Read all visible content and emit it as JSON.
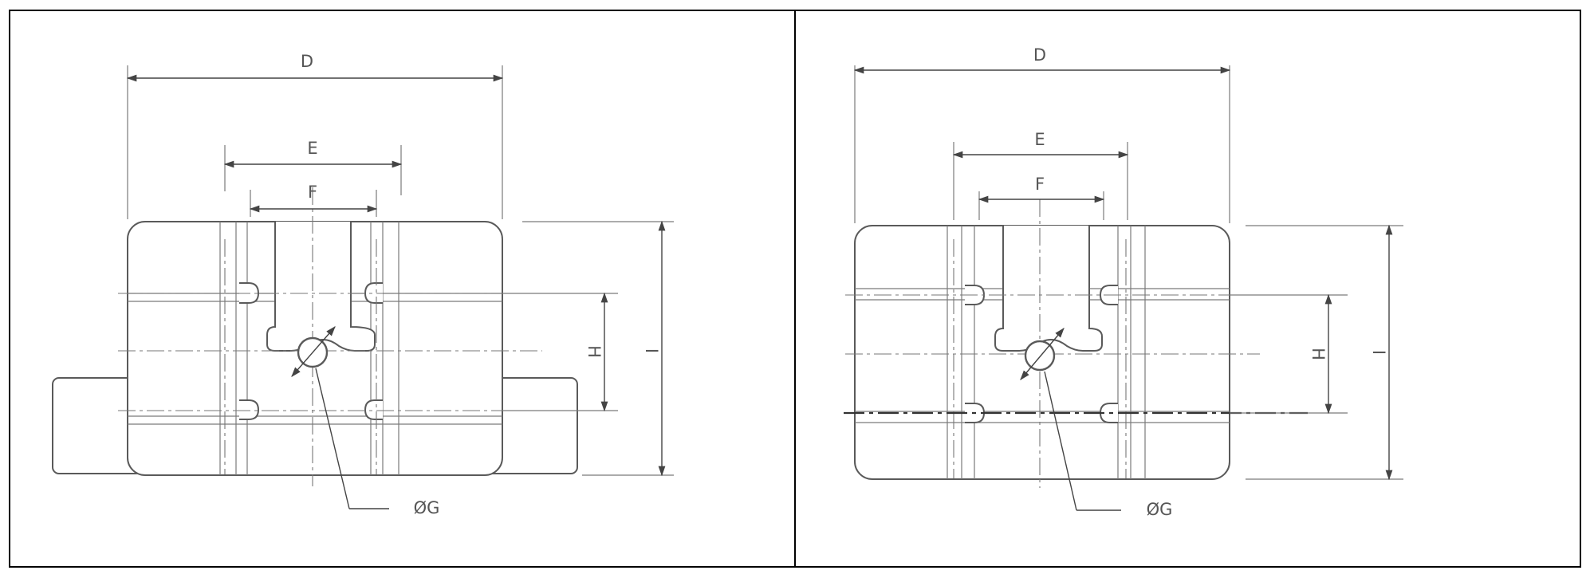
{
  "left_view": {
    "labels": {
      "d": "D",
      "e": "E",
      "f": "F",
      "h": "H",
      "i": "I",
      "g": "ØG"
    }
  },
  "right_view": {
    "labels": {
      "d": "D",
      "e": "E",
      "f": "F",
      "h": "H",
      "i": "I",
      "g": "ØG"
    }
  },
  "colors": {
    "line": "#5a5a5a",
    "border": "#000000",
    "text": "#555555"
  }
}
